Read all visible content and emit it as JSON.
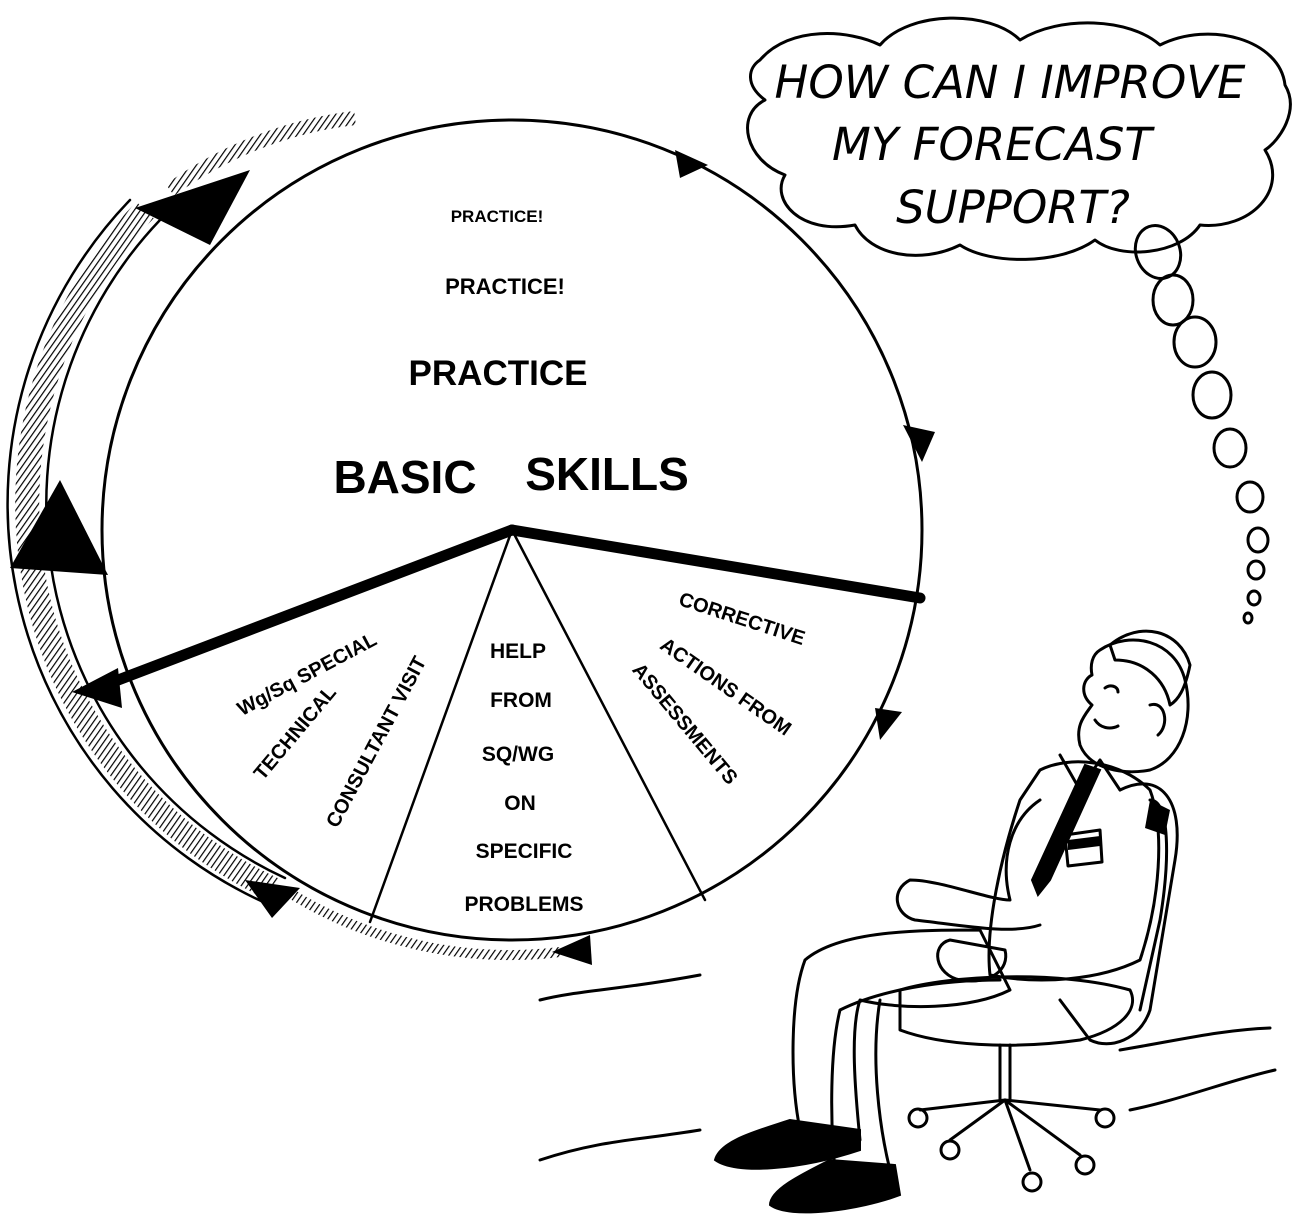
{
  "thought_bubble": {
    "lines": [
      "HOW CAN I IMPROVE",
      "MY FORECAST",
      "SUPPORT?"
    ]
  },
  "wheel": {
    "main_segment": {
      "practice_lines": [
        "PRACTICE!",
        "PRACTICE!",
        "PRACTICE"
      ],
      "basic_skills": [
        "BASIC",
        "SKILLS"
      ]
    },
    "left_segment": {
      "lines": [
        "Wg/Sq   SPECIAL",
        "TECHNICAL",
        "CONSULTANT VISIT"
      ]
    },
    "middle_segment": {
      "lines": [
        "HELP",
        "FROM",
        "SQ/WG",
        "ON",
        "SPECIFIC",
        "PROBLEMS"
      ]
    },
    "right_segment": {
      "lines": [
        "CORRECTIVE",
        "ACTIONS FROM",
        "ASSESSMENTS"
      ]
    }
  },
  "colors": {
    "ink": "#000000",
    "paper": "#ffffff"
  }
}
